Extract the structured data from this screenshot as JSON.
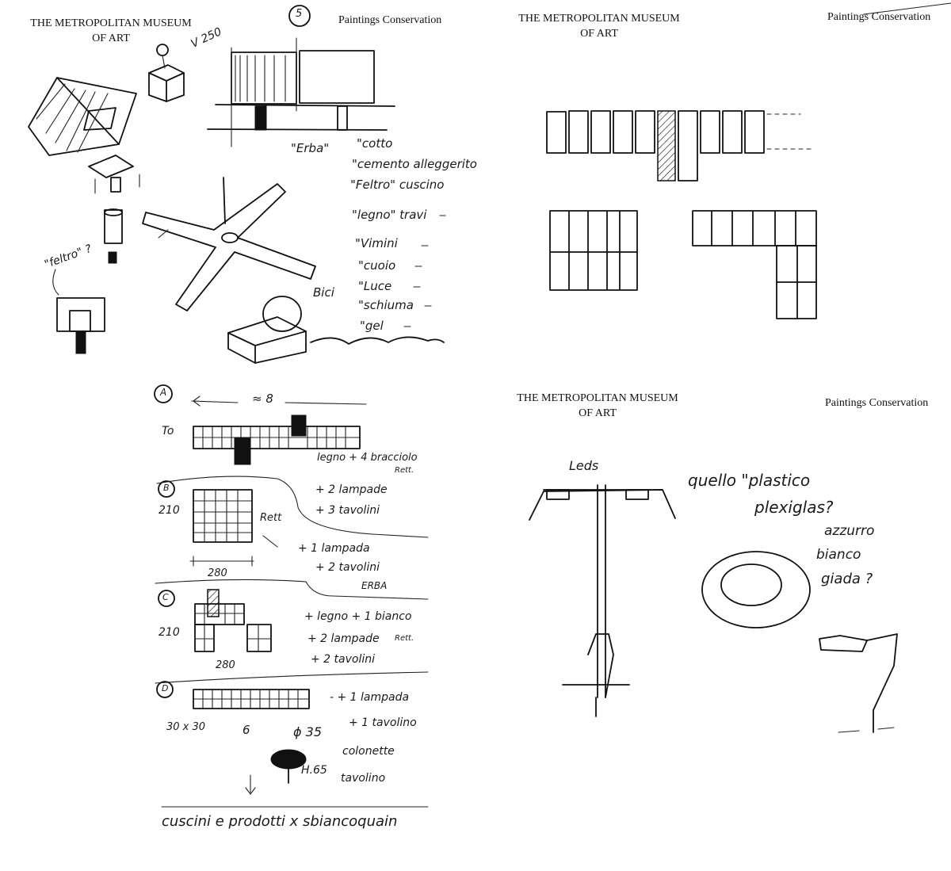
{
  "pages": {
    "top_left": {
      "header": {
        "museum_line1": "THE METROPOLITAN MUSEUM",
        "museum_line2": "OF ART",
        "department": "Paintings Conservation"
      },
      "labels": {
        "number": "5",
        "v250": "V 250",
        "feltro_note": "\"feltro\" ?",
        "erba": "\"Erba\"",
        "bici": "Bici"
      },
      "materials": [
        "\"cotto",
        "\"cemento alleggerito",
        "\"Feltro\" cuscino",
        "\"legno\" travi",
        "\"Vimini",
        "\"cuoio",
        "\"Luce",
        "\"schiuma",
        "\"gel"
      ]
    },
    "top_right": {
      "header": {
        "museum_line1": "THE METROPOLITAN MUSEUM",
        "museum_line2": "OF ART",
        "department": "Paintings Conservation"
      }
    },
    "bottom_left": {
      "sections": [
        {
          "mark": "A",
          "dimension": "≈ 8",
          "side_label": "To",
          "notes": [
            "legno + 4 bracciolo",
            "Rett.",
            "+ 2 lampade",
            "+ 3 tavolini"
          ]
        },
        {
          "mark": "B",
          "height": "210",
          "width": "280",
          "grid_label": "Rett",
          "notes": [
            "+ 1 lampada",
            "+ 2 tavolini",
            "ERBA"
          ]
        },
        {
          "mark": "C",
          "height": "210",
          "width": "280",
          "notes": [
            "+ legno + 1 bianco",
            "+ 2 lampade",
            "Rett.",
            "+ 2 tavolini"
          ]
        },
        {
          "mark": "D",
          "module": "30 x 30",
          "count": "6",
          "diameter": "ϕ 35",
          "height": "H.65",
          "notes": [
            "- + 1 lampada",
            "+ 1 tavolino",
            "colonette",
            "tavolino"
          ]
        }
      ],
      "footer": "cuscini e prodotti x sbiancoquain"
    },
    "bottom_right": {
      "header": {
        "museum_line1": "THE METROPOLITAN MUSEUM",
        "museum_line2": "OF ART",
        "department": "Paintings Conservation"
      },
      "labels": {
        "leds": "Leds",
        "plastic": "quello \"plastico",
        "plexiglass": "plexiglas?",
        "colors": [
          "azzurro",
          "bianco",
          "giada ?"
        ]
      }
    }
  }
}
